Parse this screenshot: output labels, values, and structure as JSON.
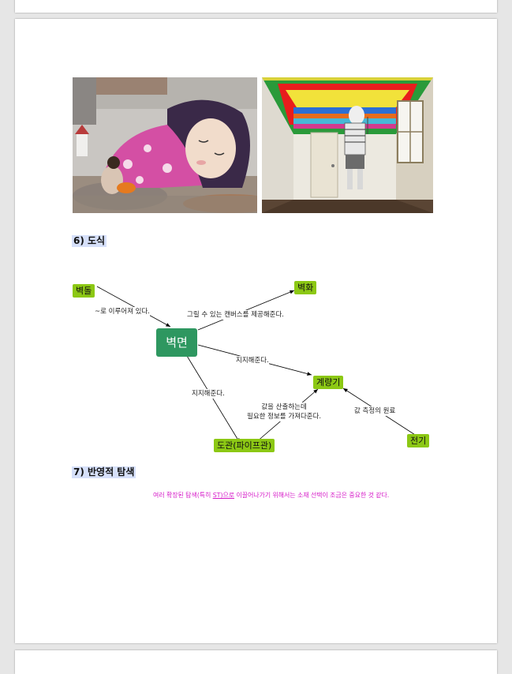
{
  "document": {
    "section6": {
      "heading": "6) 도식"
    },
    "section7": {
      "heading": "7) 반영적 탐색",
      "note_parts": [
        "여러 확장된 탐색(특히 ",
        "ST)으로",
        " 이끌어나가기 위해서는 소재 선택이 조금은 중요한 것 같다."
      ]
    },
    "photos": [
      {
        "name": "street-mural-sleeping-girl"
      },
      {
        "name": "room-mural-floating-boy"
      }
    ],
    "diagram": {
      "nodes": {
        "center": "벽면",
        "brick": "벽돌",
        "mural": "벽화",
        "meter": "계량기",
        "pipe": "도관(파이프관)",
        "electric": "전기"
      },
      "edges": {
        "brick_center": "~로 이루어져 있다.",
        "center_mural": "그릴 수 있는 캔버스를 제공해준다.",
        "center_meter": "지지해준다.",
        "center_pipe": "지지해준다.",
        "pipe_meter": [
          "값을 산출하는데",
          "필요한 정보를 가져다준다."
        ],
        "electric_meter": "값 측정의 원료"
      }
    },
    "colors": {
      "node_green": "#8cc814",
      "center_green": "#2e9760",
      "heading_highlight": "#d6e0fa",
      "note_magenta": "#d61ac8"
    }
  }
}
